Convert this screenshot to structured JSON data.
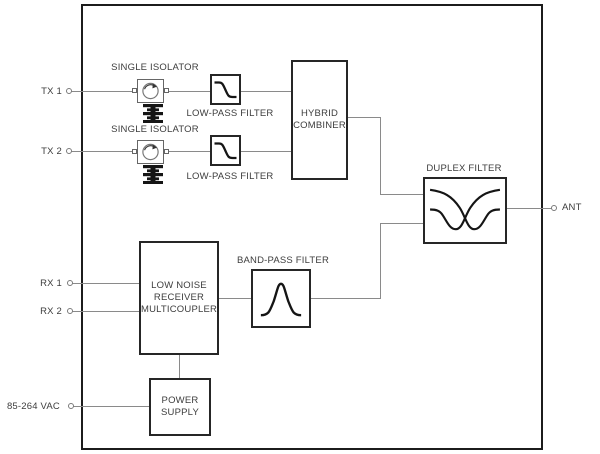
{
  "terminals": {
    "tx1": "TX 1",
    "tx2": "TX 2",
    "rx1": "RX 1",
    "rx2": "RX 2",
    "vac": "85-264 VAC",
    "ant": "ANT"
  },
  "blocks": {
    "isolator1_label": "SINGLE ISOLATOR",
    "isolator2_label": "SINGLE ISOLATOR",
    "lpf1_label": "LOW-PASS FILTER",
    "lpf2_label": "LOW-PASS FILTER",
    "hybrid_combiner": "HYBRID COMBINER",
    "duplex_filter_label": "DUPLEX FILTER",
    "bpf_label": "BAND-PASS FILTER",
    "multicoupler": "LOW NOISE RECEIVER MULTICOUPLER",
    "power_supply": "POWER SUPPLY"
  },
  "icons": {
    "isolator_symbol": "circulator-arrow-icon",
    "isolator_load": "termination-load-icon",
    "lpf_curve": "low-pass-response-icon",
    "bpf_curve": "band-pass-response-icon",
    "duplex_curves": "duplexer-response-icon"
  },
  "colors": {
    "background": "#ffffff",
    "outer_border": "#1c1c1c",
    "block_border": "#262626",
    "wire": "#8a8a8a",
    "text": "#3d3d3d",
    "symbol": "#151515"
  }
}
